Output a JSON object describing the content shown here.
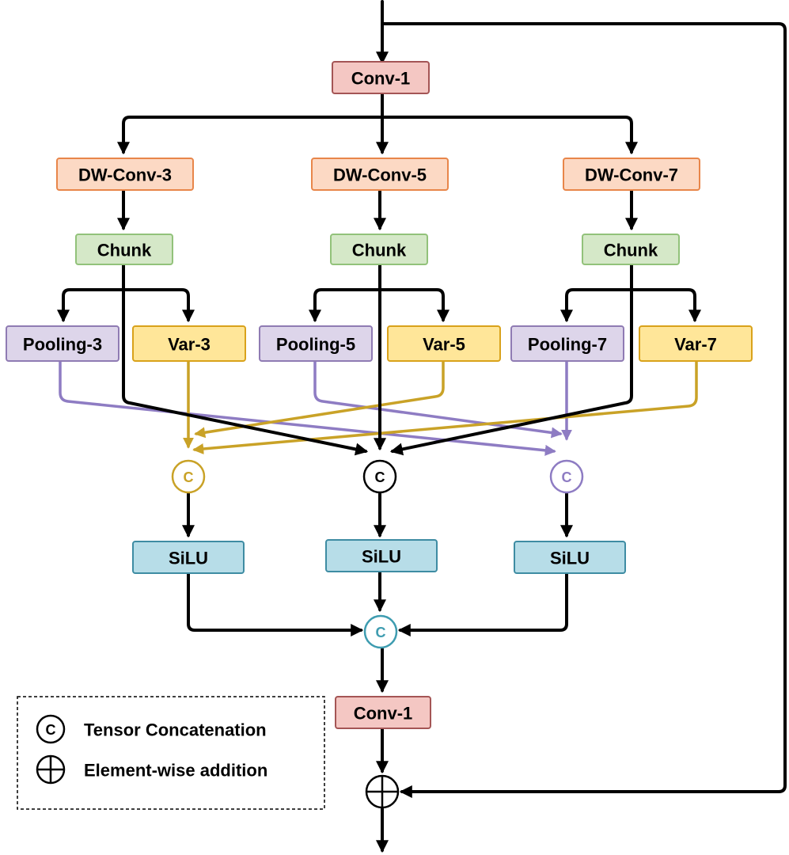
{
  "colors": {
    "conv": "#f4c7c3",
    "conv_border": "#a45555",
    "dwconv": "#fcd9c4",
    "dwconv_border": "#e8864a",
    "chunk": "#d5e8c8",
    "chunk_border": "#92c27a",
    "pooling": "#ddd5ea",
    "pooling_border": "#8f7bb3",
    "var": "#ffe699",
    "var_border": "#d9a21b",
    "silu": "#b7dde8",
    "silu_border": "#3e8ca3",
    "arrow_black": "#000000",
    "arrow_purple": "#8e7cc3",
    "arrow_gold": "#c9a227",
    "concat_teal": "#3e9cb0"
  },
  "blocks": {
    "conv_top": "Conv-1",
    "dwconv3": "DW-Conv-3",
    "dwconv5": "DW-Conv-5",
    "dwconv7": "DW-Conv-7",
    "chunk1": "Chunk",
    "chunk2": "Chunk",
    "chunk3": "Chunk",
    "pool3": "Pooling-3",
    "var3": "Var-3",
    "pool5": "Pooling-5",
    "var5": "Var-5",
    "pool7": "Pooling-7",
    "var7": "Var-7",
    "silu1": "SiLU",
    "silu2": "SiLU",
    "silu3": "SiLU",
    "conv_bottom": "Conv-1"
  },
  "concat_symbol": "C",
  "legend": {
    "concat_symbol": "C",
    "concat_label": "Tensor Concatenation",
    "add_label": "Element-wise addition"
  }
}
